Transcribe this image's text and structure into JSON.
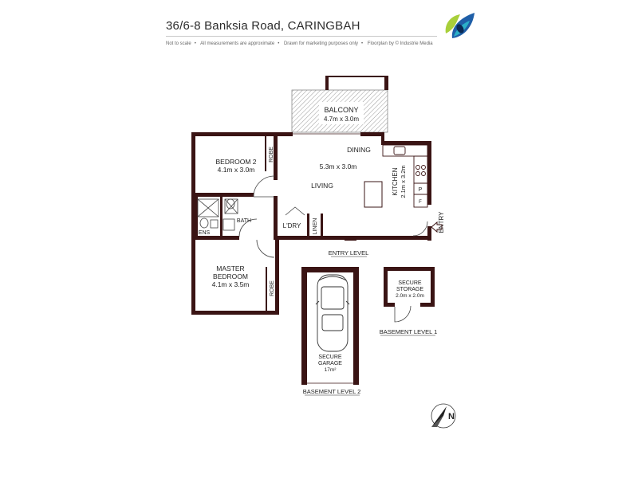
{
  "header": {
    "title": "36/6-8 Banksia Road, CARINGBAH",
    "notes": [
      "Not to scale",
      "All measurements are approximate",
      "Drawn for marketing purposes only",
      "Floorplan by © Industrie Media"
    ]
  },
  "colors": {
    "wall": "#3a1414",
    "hatch": "#9a9a9a",
    "text": "#222222",
    "logo_green": "#a8cf3a",
    "logo_blue": "#1f5fa8",
    "logo_teal": "#2bb0c8"
  },
  "rooms": {
    "balcony": {
      "name": "BALCONY",
      "dims": "4.7m x 3.0m"
    },
    "dining": {
      "name": "DINING"
    },
    "living": {
      "name": "LIVING",
      "dims": "5.3m x 3.0m"
    },
    "bedroom2": {
      "name": "BEDROOM 2",
      "dims": "4.1m x 3.0m"
    },
    "robe_upper": {
      "name": "ROBE"
    },
    "kitchen": {
      "name": "KITCHEN",
      "dims": "2.1m x 3.2m"
    },
    "pantry": {
      "name": "P"
    },
    "fridge": {
      "name": "F"
    },
    "entry": {
      "name": "ENTRY"
    },
    "bath": {
      "name": "BATH"
    },
    "ens": {
      "name": "ENS"
    },
    "laundry": {
      "name": "L'DRY"
    },
    "linen": {
      "name": "LINEN"
    },
    "master": {
      "name_line1": "MASTER",
      "name_line2": "BEDROOM",
      "dims": "4.1m x 3.5m"
    },
    "robe_lower": {
      "name": "ROBE"
    },
    "garage": {
      "line1": "SECURE",
      "line2": "GARAGE",
      "area": "17m²"
    },
    "storage": {
      "line1": "SECURE",
      "line2": "STORAGE",
      "dims": "2.0m x 2.0m"
    }
  },
  "levels": {
    "entry": "ENTRY LEVEL",
    "basement1": "BASEMENT LEVEL 1",
    "basement2": "BASEMENT LEVEL 2"
  },
  "compass": {
    "label": "N"
  }
}
